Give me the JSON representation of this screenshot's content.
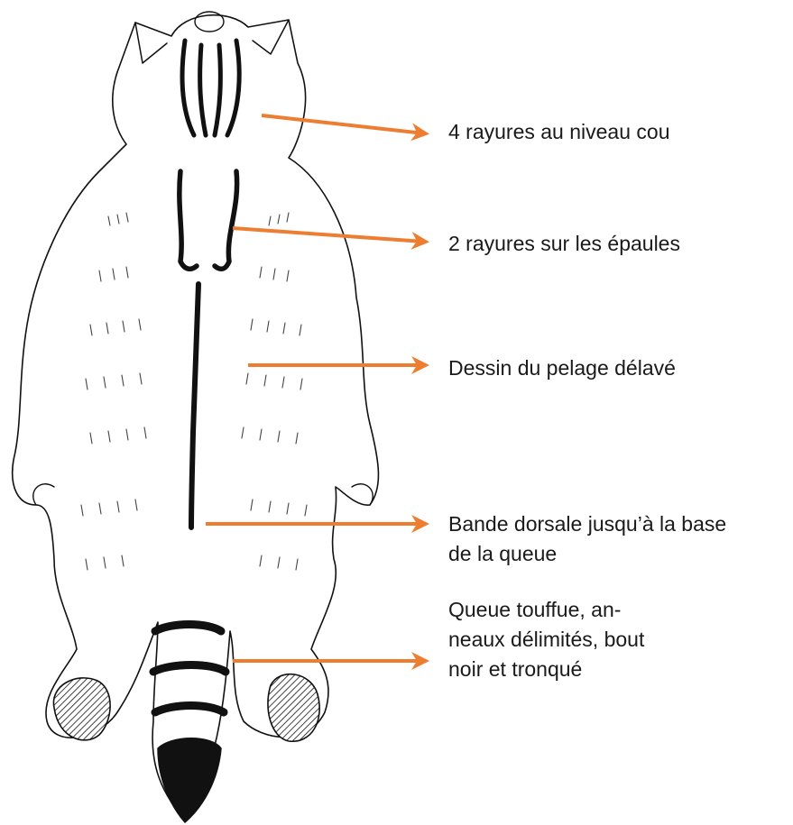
{
  "colors": {
    "arrow": "#ED7D31",
    "ink": "#111111",
    "background": "#ffffff"
  },
  "figure": {
    "subject": "cat-dorsal-view-icon",
    "labels": [
      {
        "id": "neck",
        "text": "4 rayures au niveau cou"
      },
      {
        "id": "shoulders",
        "text": "2 rayures sur les épaules"
      },
      {
        "id": "coat",
        "text": "Dessin du pelage délavé"
      },
      {
        "id": "dorsal",
        "text": "Bande dorsale jusqu’à la base\nde la queue"
      },
      {
        "id": "tail",
        "text": "Queue touffue, an-\nneaux délimités, bout\nnoir et tronqué"
      }
    ]
  }
}
